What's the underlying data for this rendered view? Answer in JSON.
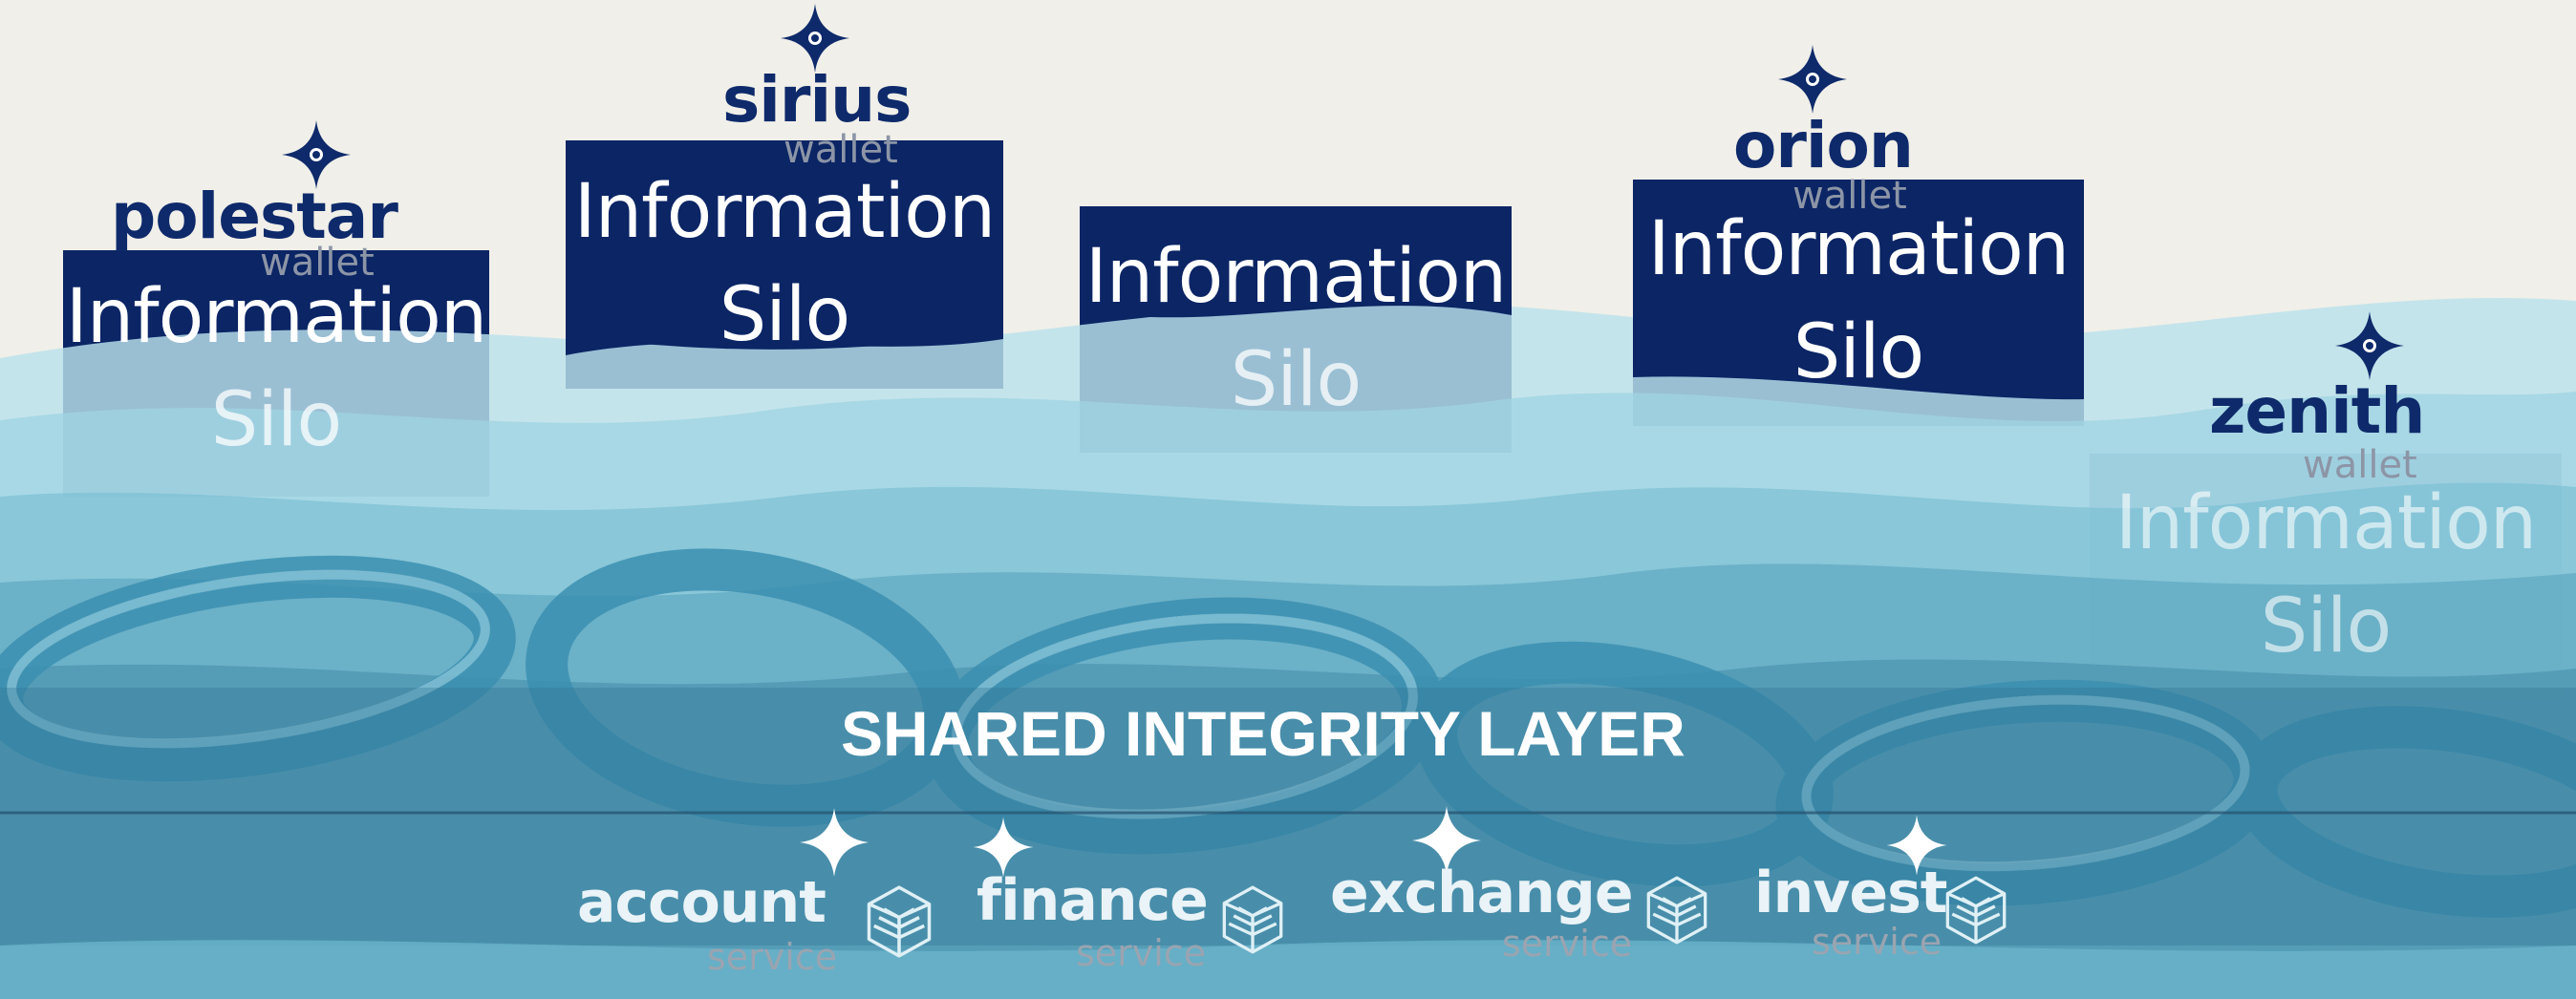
{
  "silo_text": {
    "line1": "Information",
    "line2": "Silo"
  },
  "wallets": [
    {
      "name": "polestar",
      "type": "wallet"
    },
    {
      "name": "sirius",
      "type": "wallet"
    },
    {
      "name": "orion",
      "type": "wallet"
    },
    {
      "name": "zenith",
      "type": "wallet"
    }
  ],
  "layer_title": "SHARED INTEGRITY LAYER",
  "services": [
    {
      "name": "account",
      "type": "service"
    },
    {
      "name": "finance",
      "type": "service"
    },
    {
      "name": "exchange",
      "type": "service"
    },
    {
      "name": "invest",
      "type": "service"
    }
  ],
  "colors": {
    "background": "#f0efe9",
    "silo_navy": "#0b2565",
    "wave_light": "#a9dce8",
    "wave_mid": "#6fb6cc",
    "wave_dark": "#3f8aa6",
    "chain": "#3a8fb0",
    "brand_navy": "#0e2a6b"
  },
  "icons": [
    "four-point-star-icon",
    "leaf-cube-icon"
  ]
}
